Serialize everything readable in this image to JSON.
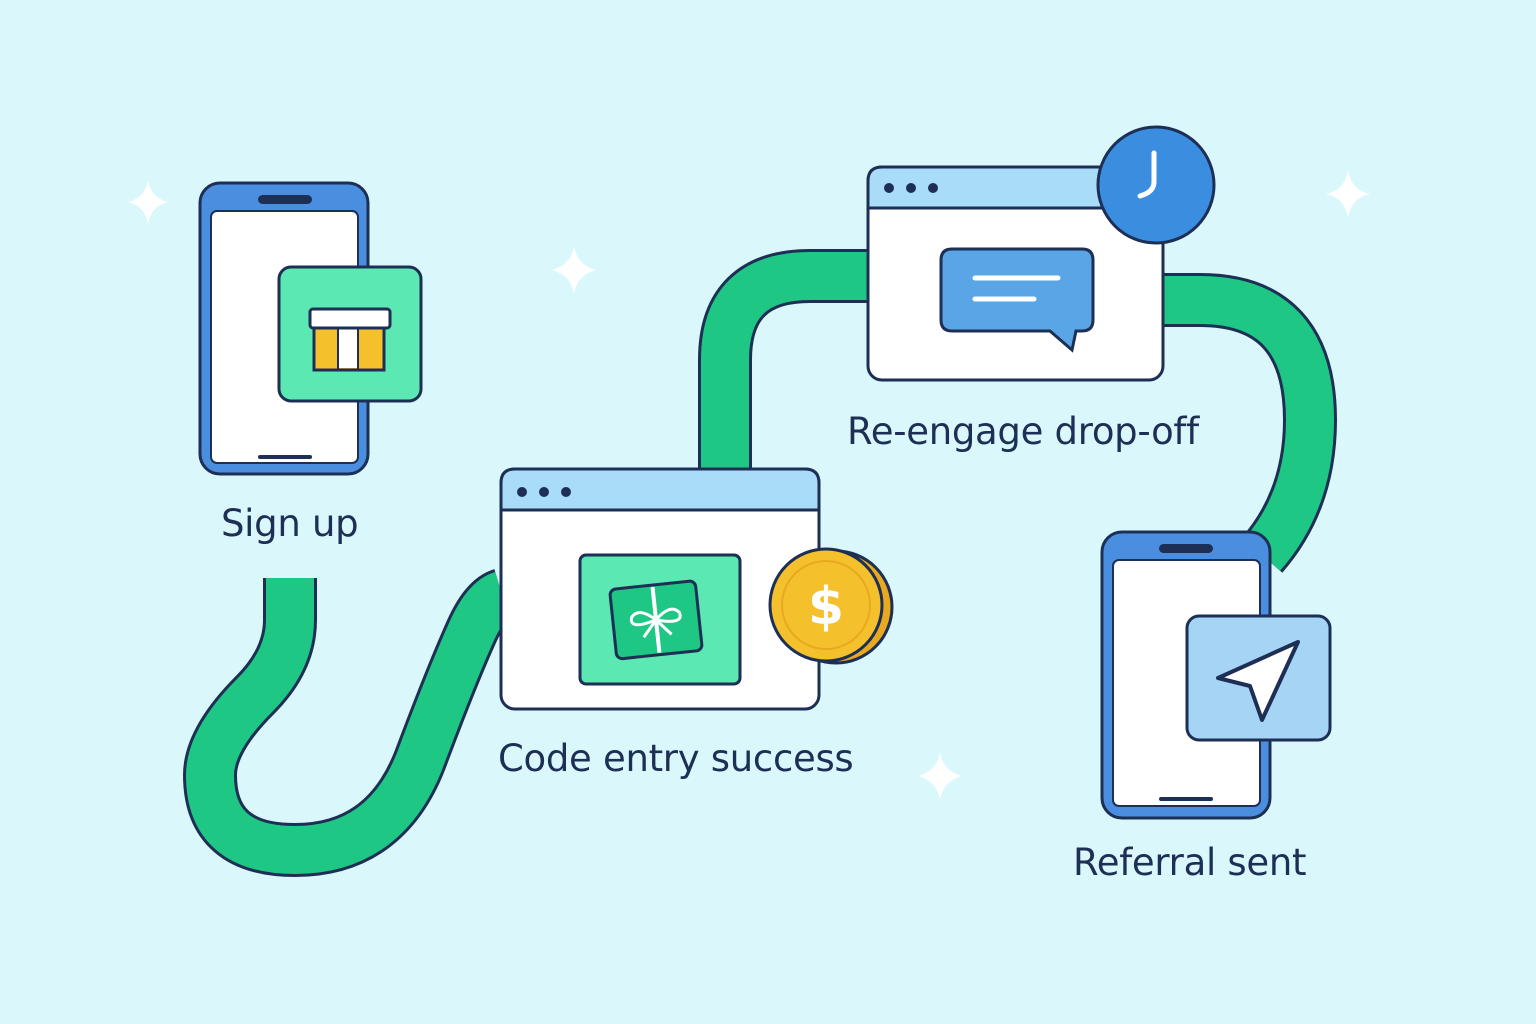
{
  "steps": [
    {
      "id": "sign-up",
      "label": "Sign up",
      "device": "phone",
      "icon": "gift-box-icon"
    },
    {
      "id": "code-entry",
      "label": "Code entry success",
      "device": "browser-window",
      "icon": "gift-card-icon",
      "badge": "dollar-coin-icon"
    },
    {
      "id": "re-engage",
      "label": "Re-engage drop-off",
      "device": "browser-window",
      "icon": "chat-bubble-icon",
      "badge": "clock-icon"
    },
    {
      "id": "referral",
      "label": "Referral sent",
      "device": "phone",
      "icon": "send-arrow-icon"
    }
  ],
  "colors": {
    "background": "#daf8fc",
    "path": "#1ec784",
    "outline": "#1d2f55",
    "phone_frame": "#4a8fdf",
    "window_bar": "#a9dcf6",
    "green_tile": "#5be8b2",
    "coin": "#f4c12d",
    "clock": "#3b8de0",
    "blue_tile": "#a6d4f5"
  }
}
